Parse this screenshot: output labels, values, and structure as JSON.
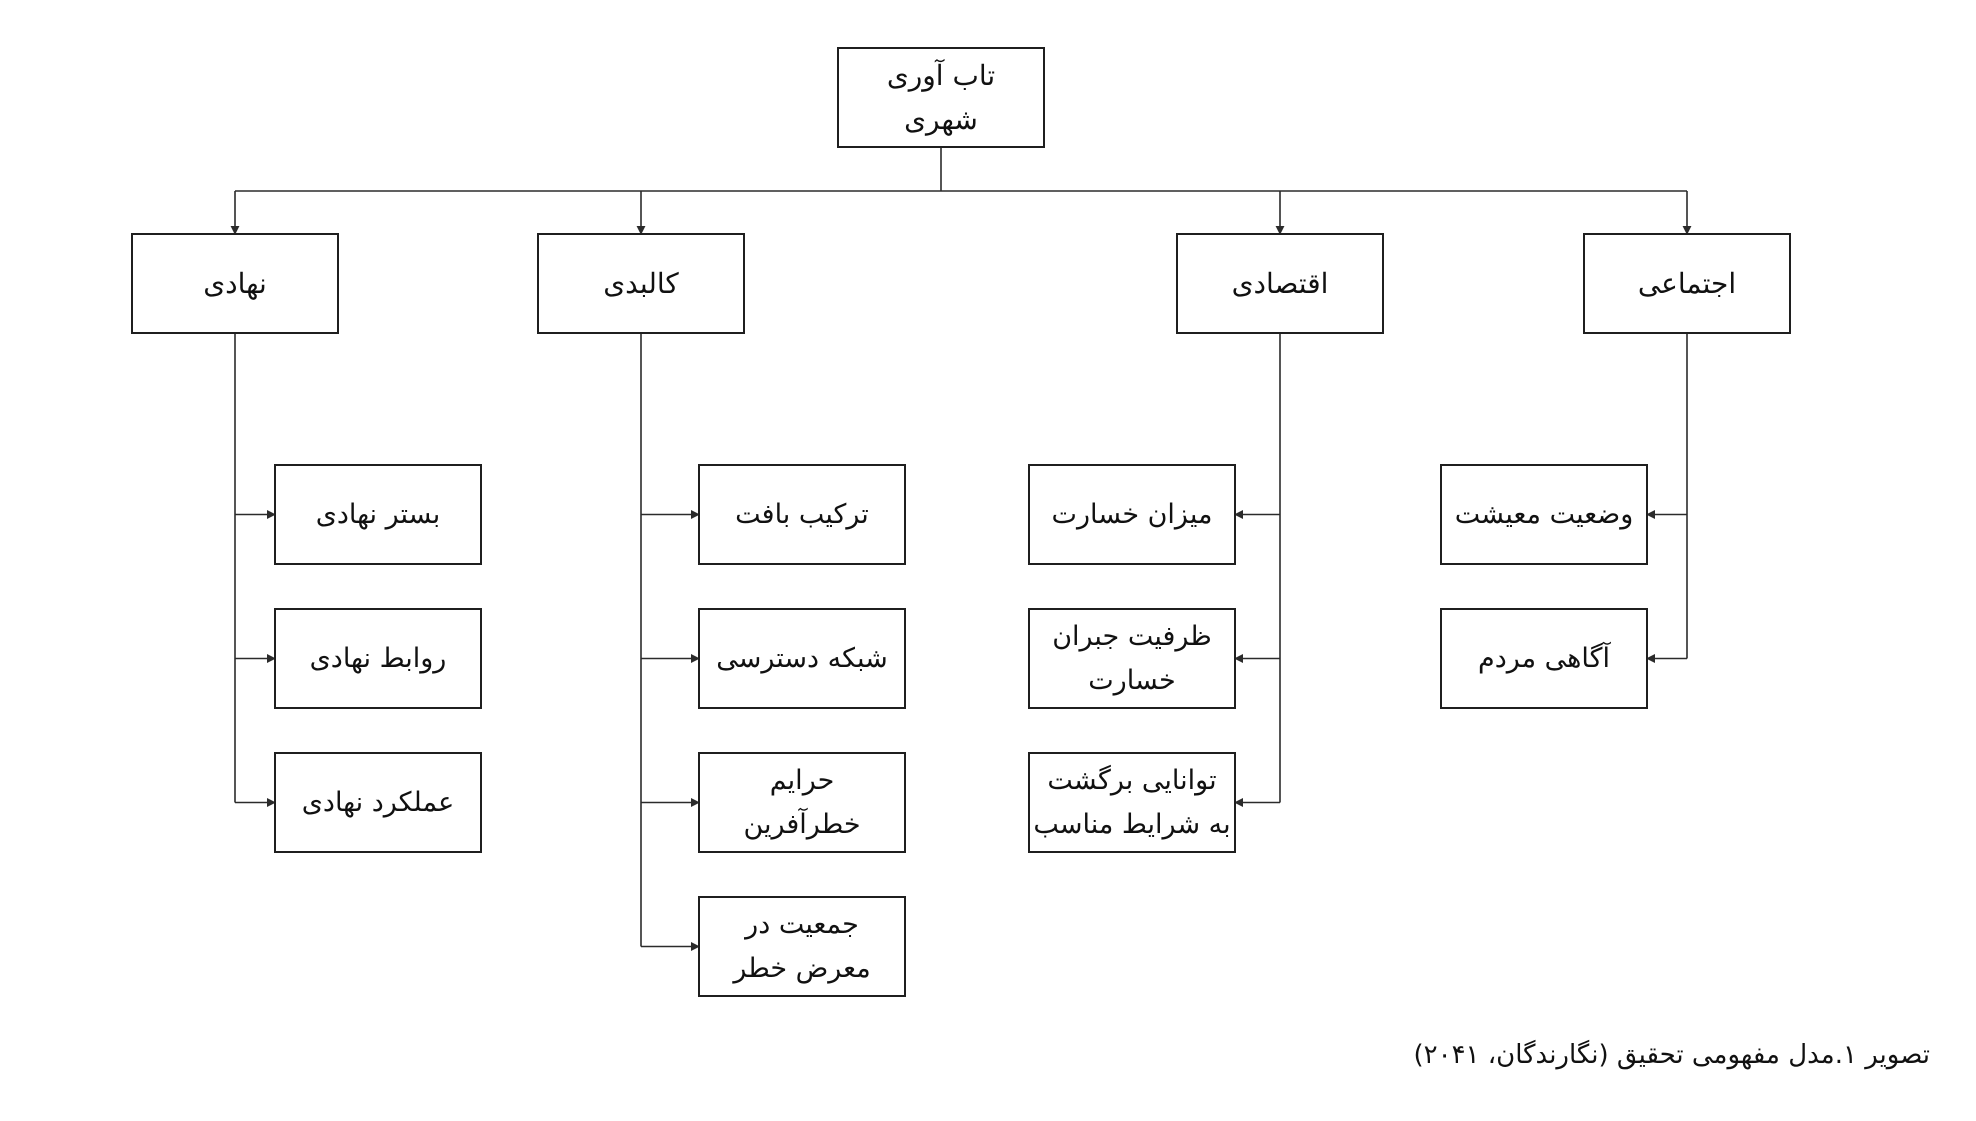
{
  "root": {
    "lines": [
      "تاب آوری",
      "شهری"
    ]
  },
  "categories": [
    {
      "label": "نهادی",
      "children": [
        {
          "lines": [
            "بستر نهادی"
          ]
        },
        {
          "lines": [
            "روابط نهادی"
          ]
        },
        {
          "lines": [
            "عملکرد نهادی"
          ]
        }
      ]
    },
    {
      "label": "کالبدی",
      "children": [
        {
          "lines": [
            "ترکیب بافت"
          ]
        },
        {
          "lines": [
            "شبکه دسترسی"
          ]
        },
        {
          "lines": [
            "حرایم",
            "خطرآفرین"
          ]
        },
        {
          "lines": [
            "جمعیت در",
            "معرض خطر"
          ]
        }
      ]
    },
    {
      "label": "اقتصادی",
      "children": [
        {
          "lines": [
            "میزان خسارت"
          ]
        },
        {
          "lines": [
            "ظرفیت جبران",
            "خسارت"
          ]
        },
        {
          "lines": [
            "توانایی برگشت",
            "به شرایط مناسب"
          ]
        }
      ]
    },
    {
      "label": "اجتماعی",
      "children": [
        {
          "lines": [
            "وضعیت معیشت"
          ]
        },
        {
          "lines": [
            "آگاهی مردم"
          ]
        }
      ]
    }
  ],
  "caption": "تصویر ۱.مدل مفهومی تحقیق (نگارندگان، ۲۰۴۱)"
}
